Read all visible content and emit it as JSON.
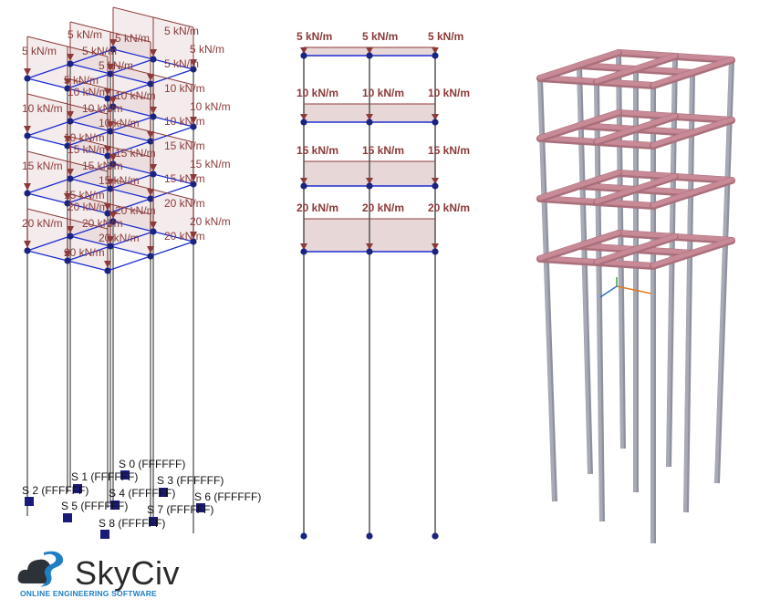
{
  "colors": {
    "column": "#555555",
    "beam": "#1b2bd0",
    "node": "#1a237e",
    "load": "#8b3a3a",
    "load_fill": "#d8bcbc",
    "support": "#1a1a7a",
    "render_column": "#a8aab6",
    "render_beam": "#c98a97",
    "logo_blue": "#1f7fc4",
    "logo_text": "#2a2a2a"
  },
  "iso_view": {
    "floor_loads": [
      {
        "label": "5 kN/m"
      },
      {
        "label": "10 kN/m"
      },
      {
        "label": "15 kN/m"
      },
      {
        "label": "20 kN/m"
      }
    ],
    "supports": [
      {
        "label": "S 0 (FFFFFF)"
      },
      {
        "label": "S 1 (FFFFFF)"
      },
      {
        "label": "S 2 (FFFFFF)"
      },
      {
        "label": "S 3 (FFFFFF)"
      },
      {
        "label": "S 4 (FFFFFF)"
      },
      {
        "label": "S 5 (FFFFFF)"
      },
      {
        "label": "S 6 (FFFFFF)"
      },
      {
        "label": "S 7 (FFFFFF)"
      },
      {
        "label": "S 8 (FFFFFF)"
      }
    ]
  },
  "elevation_view": {
    "floor_loads": [
      {
        "label": "5 kN/m"
      },
      {
        "label": "10 kN/m"
      },
      {
        "label": "15 kN/m"
      },
      {
        "label": "20 kN/m"
      }
    ]
  },
  "logo": {
    "name": "SkyCiv",
    "tagline": "ONLINE ENGINEERING SOFTWARE"
  }
}
